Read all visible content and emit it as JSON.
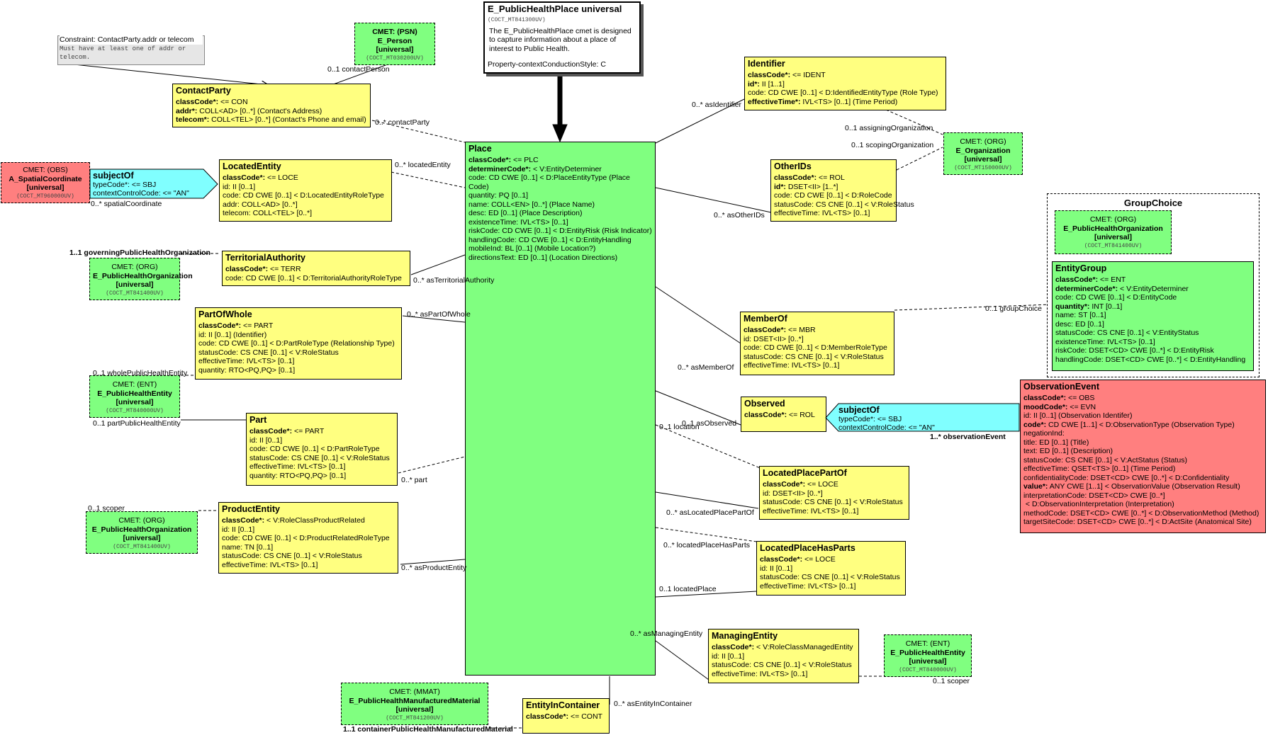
{
  "header": {
    "title": "E_PublicHealthPlace universal",
    "id": "(COCT_MT841300UV)",
    "desc": "The E_PublicHealthPlace cmet is designed to capture information about a place of interest to Public Health.",
    "style": "Property-contextConductionStyle: C"
  },
  "constraint": {
    "title": "Constraint: ContactParty.addr or telecom",
    "text": "Must have at least one of addr or telecom."
  },
  "person": {
    "l1": "CMET: (PSN)",
    "l2": "E_Person",
    "l3": "[universal]",
    "id": "(COCT_MT030200UV)"
  },
  "contactParty": {
    "title": "ContactParty",
    "lines": [
      "classCode*: <= CON",
      "addr*: COLL<AD> [0..*] (Contact's Address)",
      "telecom*: COLL<TEL> [0..*] (Contact's Phone and email)"
    ]
  },
  "spatial": {
    "l1": "CMET: (OBS)",
    "l2": "A_SpatialCoordinate",
    "l3": "[universal]",
    "id": "(COCT_MT960000UV)"
  },
  "subjectOf1": {
    "title": "subjectOf",
    "lines": [
      "typeCode*: <= SBJ",
      "contextControlCode: <= \"AN\""
    ]
  },
  "locatedEntity": {
    "title": "LocatedEntity",
    "lines": [
      "classCode*: <= LOCE",
      "id: II [0..1]",
      "code: CD CWE [0..1] < D:LocatedEntityRoleType",
      "addr: COLL<AD> [0..*]",
      "telecom: COLL<TEL> [0..*]"
    ]
  },
  "territorialAuthority": {
    "title": "TerritorialAuthority",
    "lines": [
      "classCode*: <= TERR",
      "code: CD CWE [0..1] < D:TerritorialAuthorityRoleType"
    ]
  },
  "govOrg": {
    "l1": "CMET: (ORG)",
    "l2": "E_PublicHealthOrganization",
    "l3": "[universal]",
    "id": "(COCT_MT841400UV)"
  },
  "partOfWhole": {
    "title": "PartOfWhole",
    "lines": [
      "classCode*: <= PART",
      "id: II [0..1] (Identifier)",
      "code: CD CWE [0..1] < D:PartRoleType (Relationship Type)",
      "statusCode: CS CNE [0..1] < V:RoleStatus",
      "effectiveTime: IVL<TS> [0..1]",
      "quantity: RTO<PQ,PQ> [0..1]"
    ]
  },
  "wholeEntity": {
    "l1": "CMET: (ENT)",
    "l2": "E_PublicHealthEntity",
    "l3": "[universal]",
    "id": "(COCT_MT840000UV)"
  },
  "part": {
    "title": "Part",
    "lines": [
      "classCode*: <= PART",
      "id: II [0..1]",
      "code: CD CWE [0..1] < D:PartRoleType",
      "statusCode: CS CNE [0..1] < V:RoleStatus",
      "effectiveTime: IVL<TS> [0..1]",
      "quantity: RTO<PQ,PQ> [0..1]"
    ]
  },
  "scoperOrg": {
    "l1": "CMET: (ORG)",
    "l2": "E_PublicHealthOrganization",
    "l3": "[universal]",
    "id": "(COCT_MT841400UV)"
  },
  "productEntity": {
    "title": "ProductEntity",
    "lines": [
      "classCode*: < V:RoleClassProductRelated",
      "id: II [0..1]",
      "code: CD CWE [0..1] < D:ProductRelatedRoleType",
      "name: TN [0..1]",
      "statusCode: CS CNE [0..1] < V:RoleStatus",
      "effectiveTime: IVL<TS> [0..1]"
    ]
  },
  "place": {
    "title": "Place",
    "lines": [
      "classCode*: <= PLC",
      "determinerCode*: < V:EntityDeterminer",
      "code: CD CWE [0..1] < D:PlaceEntityType (Place Code)",
      "quantity: PQ [0..1]",
      "name: COLL<EN> [0..*] (Place Name)",
      "desc: ED [0..1] (Place Description)",
      "existenceTime: IVL<TS> [0..1]",
      "riskCode: CD CWE [0..1] < D:EntityRisk (Risk Indicator)",
      "handlingCode: CD CWE [0..1] < D:EntityHandling",
      "mobileInd: BL [0..1] (Mobile Location?)",
      "directionsText: ED [0..1] (Location Directions)"
    ]
  },
  "identifier": {
    "title": "Identifier",
    "lines": [
      "classCode*: <= IDENT",
      "id*: II [1..1]",
      "code: CD CWE [0..1] < D:IdentifiedEntityType (Role Type)",
      "effectiveTime*: IVL<TS> [0..1] (Time Period)"
    ]
  },
  "orgCmet": {
    "l1": "CMET: (ORG)",
    "l2": "E_Organization",
    "l3": "[universal]",
    "id": "(COCT_MT150000UV)"
  },
  "otherIDs": {
    "title": "OtherIDs",
    "lines": [
      "classCode*: <= ROL",
      "id*: DSET<II> [1..*]",
      "code: CD CWE [0..1] < D:RoleCode",
      "statusCode: CS CNE [0..1] < V:RoleStatus",
      "effectiveTime: IVL<TS> [0..1]"
    ]
  },
  "groupChoice": {
    "title": "GroupChoice"
  },
  "groupOrg": {
    "l1": "CMET: (ORG)",
    "l2": "E_PublicHealthOrganization",
    "l3": "[universal]",
    "id": "(COCT_MT841400UV)"
  },
  "entityGroup": {
    "title": "EntityGroup",
    "lines": [
      "classCode*: <= ENT",
      "determinerCode*: < V:EntityDeterminer",
      "code: CD CWE [0..1] < D:EntityCode",
      "quantity*: INT [0..1]",
      "name: ST [0..1]",
      "desc: ED [0..1]",
      "statusCode: CS CNE [0..1] < V:EntityStatus",
      "existenceTime: IVL<TS> [0..1]",
      "riskCode: DSET<CD> CWE [0..*] < D:EntityRisk",
      "handlingCode: DSET<CD> CWE [0..*] < D:EntityHandling"
    ]
  },
  "memberOf": {
    "title": "MemberOf",
    "lines": [
      "classCode*: <= MBR",
      "id: DSET<II> [0..*]",
      "code: CD CWE [0..1] < D:MemberRoleType",
      "statusCode: CS CNE [0..1] < V:RoleStatus",
      "effectiveTime: IVL<TS> [0..1]"
    ]
  },
  "observed": {
    "title": "Observed",
    "lines": [
      "classCode*: <= ROL"
    ]
  },
  "subjectOf2": {
    "title": "subjectOf",
    "lines": [
      "typeCode*: <= SBJ",
      "contextControlCode: <= \"AN\""
    ]
  },
  "observationEvent": {
    "title": "ObservationEvent",
    "lines": [
      "classCode*: <= OBS",
      "moodCode*: <= EVN",
      "id: II [0..1] (Observation Identifer)",
      "code*: CD CWE [1..1] < D:ObservationType (Observation Type)",
      "negationInd:",
      "title: ED [0..1] (Title)",
      "text: ED [0..1] (Description)",
      "statusCode: CS CNE [0..1] < V:ActStatus (Status)",
      "effectiveTime: QSET<TS> [0..1] (Time Period)",
      "confidentialityCode: DSET<CD> CWE [0..*] < D:Confidentiality",
      "value*: ANY CWE [1..1] < ObservationValue (Observation Result)",
      "interpretationCode: DSET<CD> CWE [0..*]",
      " < D:ObservationInterpretation (Interpretation)",
      "methodCode: DSET<CD> CWE [0..*] < D:ObservationMethod (Method)",
      "targetSiteCode: DSET<CD> CWE [0..*] < D:ActSite (Anatomical Site)"
    ]
  },
  "locatedPlacePartOf": {
    "title": "LocatedPlacePartOf",
    "lines": [
      "classCode*: <= LOCE",
      "id: DSET<II> [0..*]",
      "statusCode: CS CNE [0..1] < V:RoleStatus",
      "effectiveTime: IVL<TS> [0..1]"
    ]
  },
  "locatedPlaceHasParts": {
    "title": "LocatedPlaceHasParts",
    "lines": [
      "classCode*: <= LOCE",
      "id: II [0..1]",
      "statusCode: CS CNE [0..1] < V:RoleStatus",
      "effectiveTime: IVL<TS> [0..1]"
    ]
  },
  "managingEntity": {
    "title": "ManagingEntity",
    "lines": [
      "classCode*: < V:RoleClassManagedEntity",
      "id: II [0..1]",
      "statusCode: CS CNE [0..1] < V:RoleStatus",
      "effectiveTime: IVL<TS> [0..1]"
    ]
  },
  "scoperEntity": {
    "l1": "CMET: (ENT)",
    "l2": "E_PublicHealthEntity",
    "l3": "[universal]",
    "id": "(COCT_MT840000UV)"
  },
  "entityInContainer": {
    "title": "EntityInContainer",
    "lines": [
      "classCode*: <= CONT"
    ]
  },
  "material": {
    "l1": "CMET: (MMAT)",
    "l2": "E_PublicHealthManufacturedMaterial",
    "l3": "[universal]",
    "id": "(COCT_MT841200UV)"
  },
  "labels": {
    "contactPerson": "0..1 contactPerson",
    "contactParty": "0..* contactParty",
    "locatedEntity": "0..* locatedEntity",
    "spatialCoordinate": "0..* spatialCoordinate",
    "governing": "1..1 governingPublicHealthOrganization",
    "asTerritorialAuthority": "0..* asTerritorialAuthority",
    "asPartOfWhole": "0..* asPartOfWhole",
    "wholePublicHealthEntity": "0..1 wholePublicHealthEntity",
    "partPublicHealthEntity": "0..1 partPublicHealthEntity",
    "part": "0..* part",
    "scoper1": "0..1 scoper",
    "asProductEntity": "0..* asProductEntity",
    "asIdentifier": "0..* asIdentifier",
    "assigningOrganization": "0..1 assigningOrganization",
    "scopingOrganization": "0..1 scopingOrganization",
    "asOtherIDs": "0..* asOtherIDs",
    "groupChoice": "0..1 groupChoice",
    "asMemberOf": "0..* asMemberOf",
    "asObserved": "0..1 asObserved",
    "location": "0..1 location",
    "observationEvent": "1..* observationEvent",
    "asLocatedPlacePartOf": "0..* asLocatedPlacePartOf",
    "locatedPlaceHasParts": "0..* locatedPlaceHasParts",
    "locatedPlace": "0..1 locatedPlace",
    "asManagingEntity": "0..* asManagingEntity",
    "scoper2": "0..1 scoper",
    "asEntityInContainer": "0..* asEntityInContainer",
    "containerMaterial": "1..1 containerPublicHealthManufacturedMaterial"
  }
}
